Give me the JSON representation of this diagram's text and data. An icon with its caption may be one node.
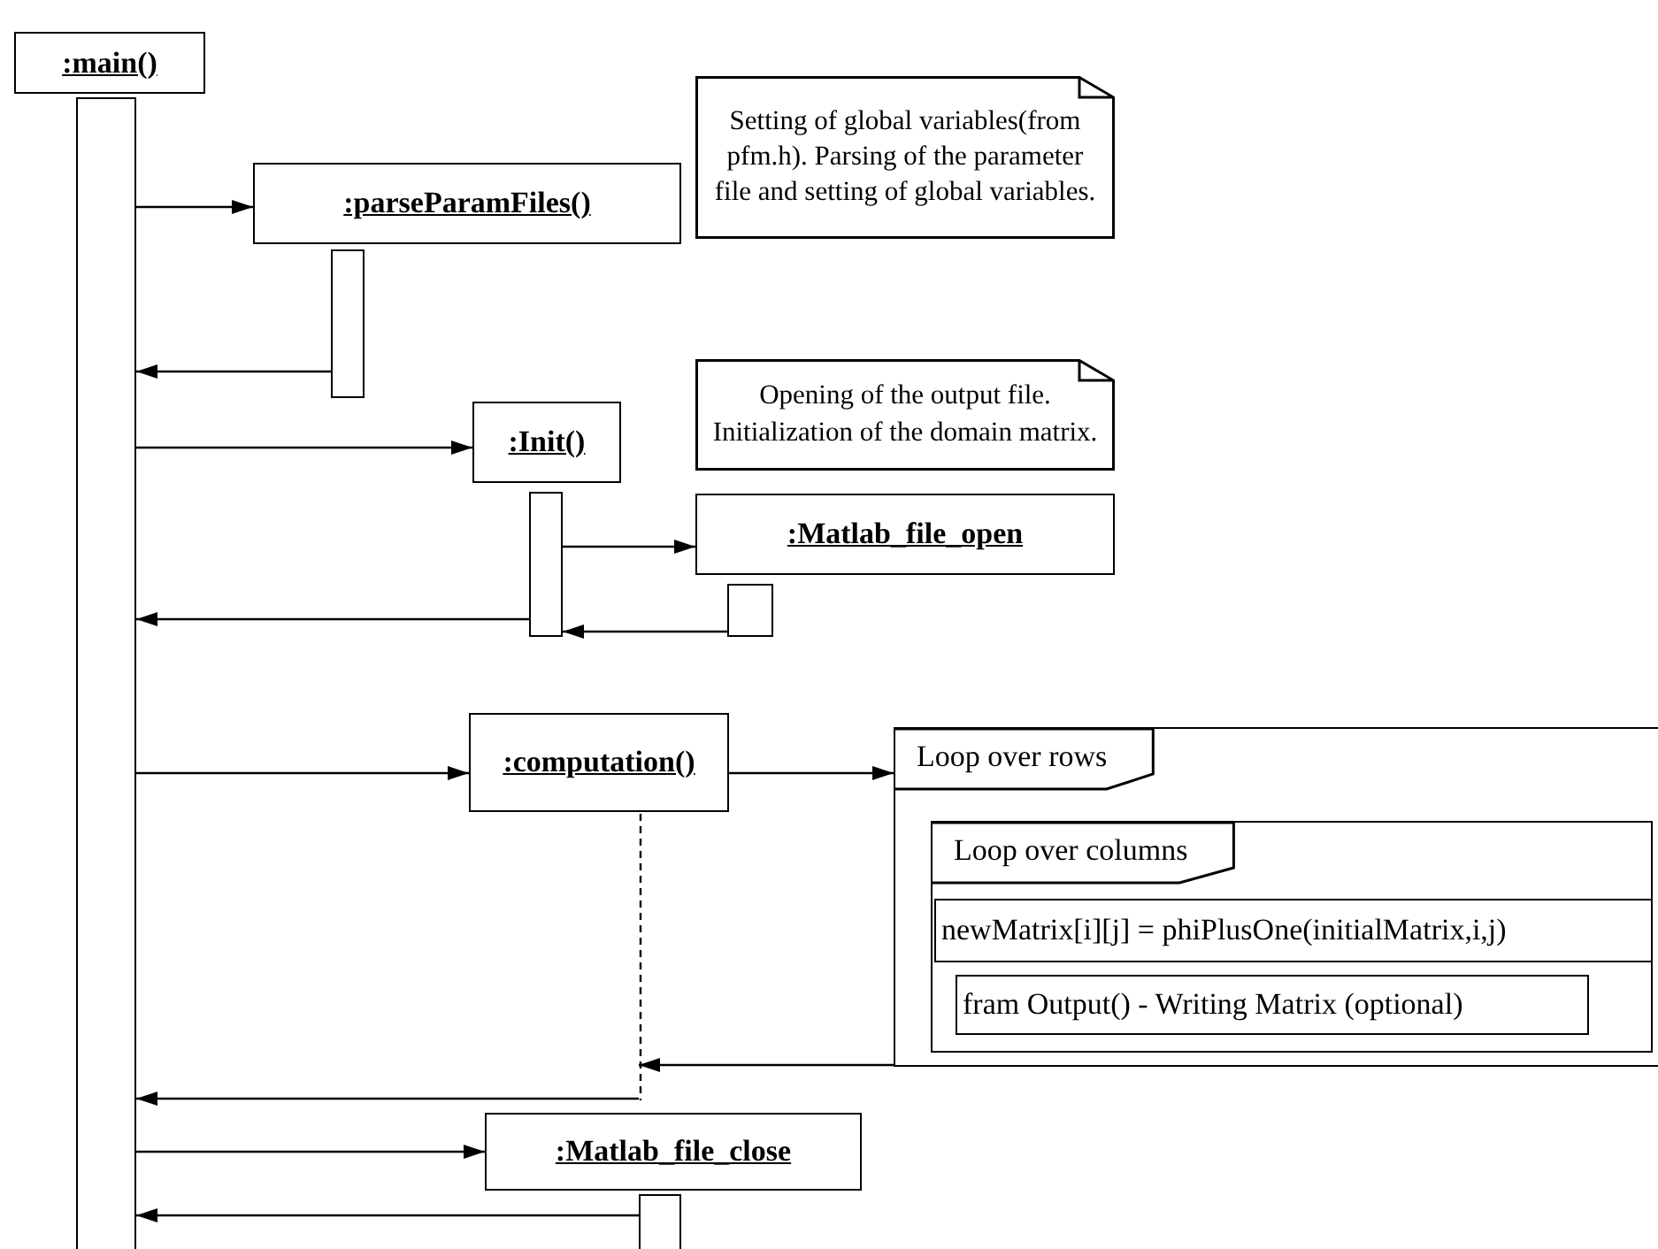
{
  "diagram": {
    "nodes": [
      {
        "text": [
          ":main()"
        ]
      },
      {
        "text": [],
        "shape": "bar"
      },
      {
        "text": [
          ":parseParamFiles()"
        ]
      },
      {
        "text": [],
        "shape": "bar"
      },
      {
        "text": [
          "Setting of global variables(from pfm.h). Parsing of the parameter file and setting of global variables."
        ]
      },
      {
        "text": [
          ":Init()"
        ]
      },
      {
        "text": [],
        "shape": "bar"
      },
      {
        "text": [
          "Opening of the output file. Initialization of the domain matrix."
        ]
      },
      {
        "text": [
          ":Matlab_file_open"
        ]
      },
      {
        "text": [],
        "shape": "bar"
      },
      {
        "text": [
          ":computation()"
        ]
      },
      {
        "text": [
          "Loop over rows"
        ]
      },
      {
        "text": [
          "Loop over columns"
        ],
        "in": 11
      },
      {
        "text": [
          "newMatrix[i][j] = phiPlusOne(initialMatrix,i,j)"
        ],
        "in": 12
      },
      {
        "text": [
          "fram Output() - Writing Matrix (optional)"
        ],
        "in": 12
      },
      {
        "text": [
          ":Matlab_file_close"
        ]
      },
      {
        "text": [],
        "shape": "bar"
      }
    ],
    "edges": [
      {
        "from": 1,
        "to": 2,
        "arrow": "to"
      },
      {
        "from": 3,
        "to": 1,
        "arrow": "to"
      },
      {
        "from": 1,
        "to": 5,
        "arrow": "to"
      },
      {
        "from": 6,
        "to": 8,
        "arrow": "to"
      },
      {
        "from": 9,
        "to": 6,
        "arrow": "to"
      },
      {
        "from": 6,
        "to": 1,
        "arrow": "to"
      },
      {
        "from": 1,
        "to": 10,
        "arrow": "to"
      },
      {
        "from": 10,
        "to": 11,
        "arrow": "to"
      },
      {
        "from": 11,
        "to": 10,
        "arrow": "to"
      },
      {
        "from": 10,
        "to": 1,
        "arrow": "to"
      },
      {
        "from": 1,
        "to": 15,
        "arrow": "to"
      },
      {
        "from": 16,
        "to": 1,
        "arrow": "to"
      }
    ]
  }
}
